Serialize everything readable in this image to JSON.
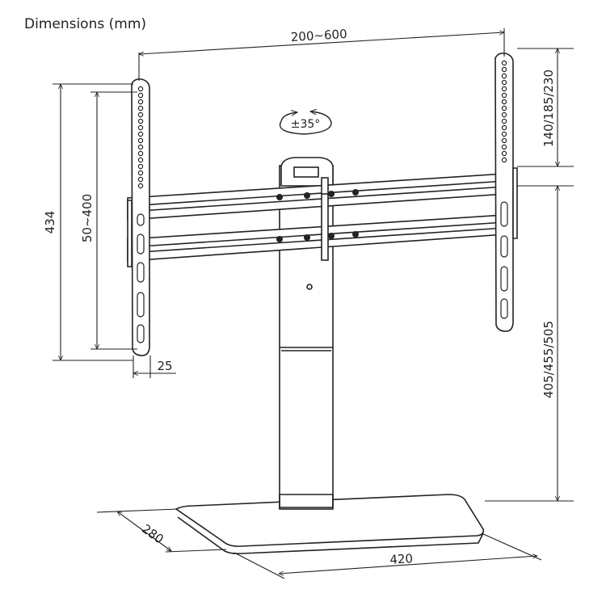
{
  "title": "Dimensions (mm)",
  "dimensions": {
    "vesa_width": "200~600",
    "height_adjust": "140/185/230",
    "total_height": "434",
    "vesa_height": "50~400",
    "bracket_depth": "25",
    "stand_height": "405/455/505",
    "base_depth": "280",
    "base_width": "420",
    "swivel": "±35°"
  }
}
